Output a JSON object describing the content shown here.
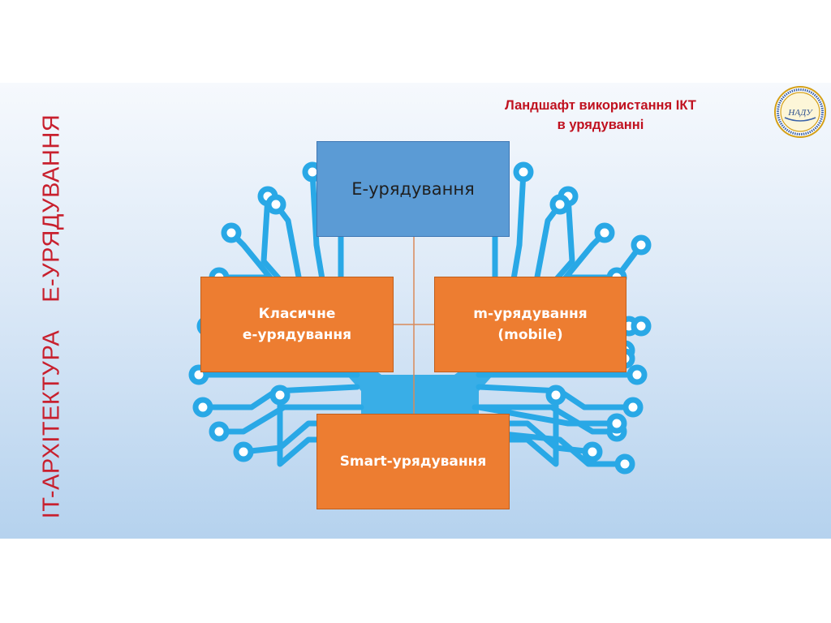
{
  "side_title": {
    "part1": "IT-АРХІТЕКТУРА",
    "part2": "Е-УРЯДУВАННЯ"
  },
  "heading": {
    "line1": "Ландшафт використання ІКТ",
    "line2": "в урядуванні"
  },
  "logo": {
    "text": "НАДУ"
  },
  "boxes": {
    "top": "Е-урядування",
    "left": {
      "line1": "Класичне",
      "line2": "е-урядування"
    },
    "right": {
      "line1": "m-урядування",
      "line2": "(mobile)"
    },
    "bottom": "Smart-урядування"
  },
  "colors": {
    "accent_red": "#c8202e",
    "box_blue": "#5b9bd5",
    "box_orange": "#ed7d31",
    "circuit_blue": "#29a8e6"
  }
}
